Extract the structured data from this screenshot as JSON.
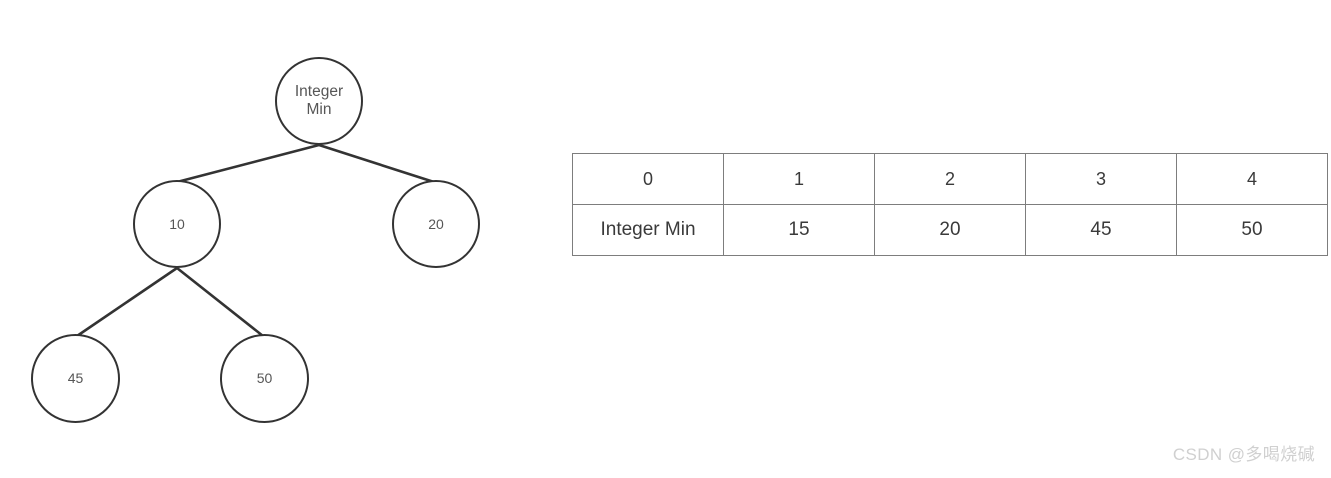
{
  "tree": {
    "nodes": [
      {
        "id": "root",
        "label": "Integer\nMin"
      },
      {
        "id": "left",
        "label": "10"
      },
      {
        "id": "right",
        "label": "20"
      },
      {
        "id": "left-left",
        "label": "45"
      },
      {
        "id": "left-right",
        "label": "50"
      }
    ],
    "edges": [
      {
        "from": "root",
        "to": "left"
      },
      {
        "from": "root",
        "to": "right"
      },
      {
        "from": "left",
        "to": "left-left"
      },
      {
        "from": "left",
        "to": "left-right"
      }
    ],
    "node_stroke_color": "#333333",
    "node_text_color": "#565656"
  },
  "array_table": {
    "indices": [
      "0",
      "1",
      "2",
      "3",
      "4"
    ],
    "values": [
      "Integer Min",
      "15",
      "20",
      "45",
      "50"
    ],
    "border_color": "#7d7d7d",
    "text_color": "#3a3a3a"
  },
  "watermark": {
    "text": "CSDN @多喝烧碱",
    "color": "#d0d0d0"
  }
}
